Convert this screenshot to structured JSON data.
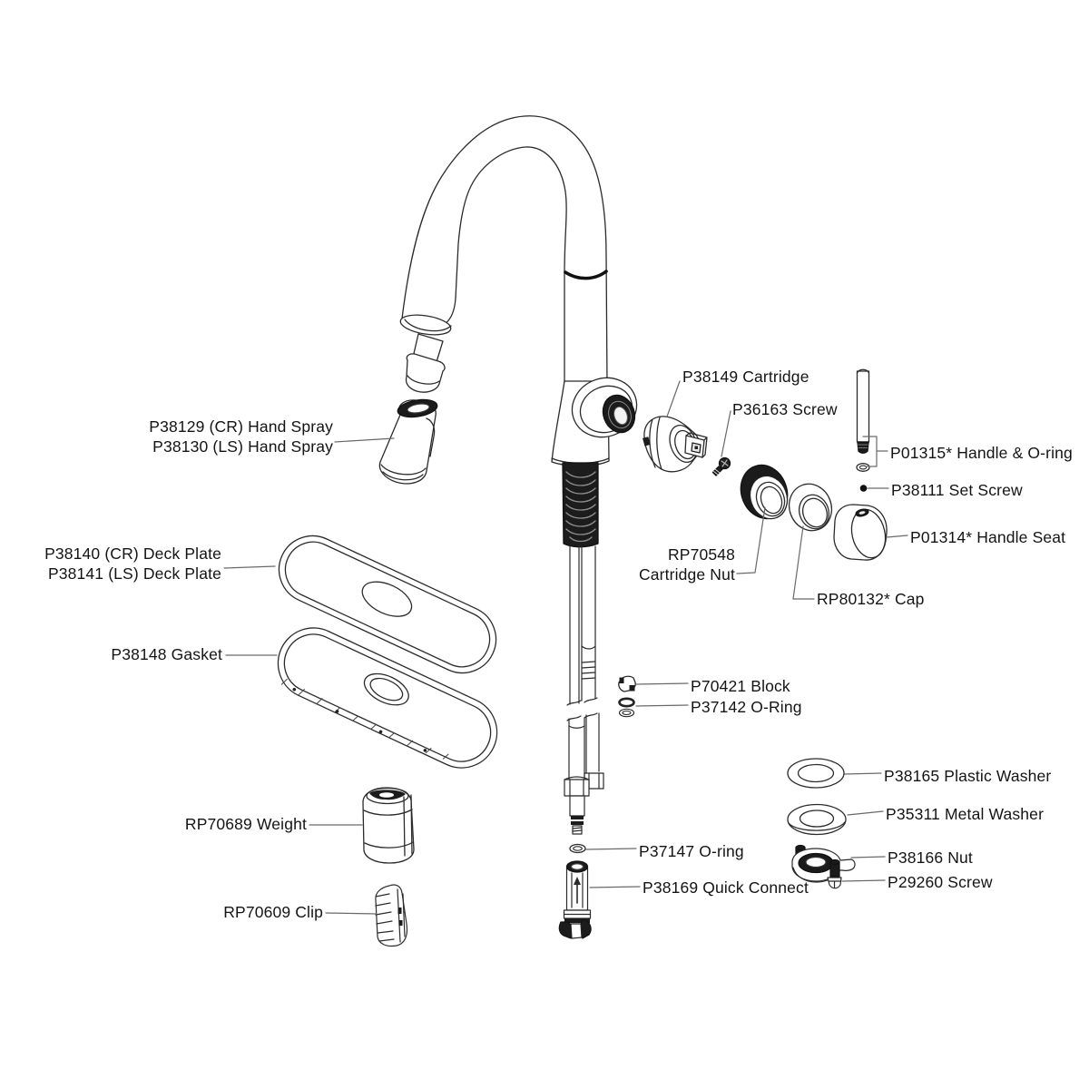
{
  "diagram": {
    "type": "exploded-parts-diagram",
    "subject": "pull-down kitchen faucet",
    "colors": {
      "background": "#ffffff",
      "line": "#2b2b2b",
      "dark_fill": "#1b1b1b",
      "leader": "#6a6a6a",
      "text": "#141414"
    }
  },
  "parts": {
    "cartridge": {
      "label": "P38149 Cartridge"
    },
    "screw_top": {
      "label": "P36163 Screw"
    },
    "handle": {
      "label": "P01315* Handle & O-ring"
    },
    "set_screw": {
      "label": "P38111 Set Screw"
    },
    "handle_seat": {
      "label": "P01314* Handle Seat"
    },
    "cap": {
      "label": "RP80132* Cap"
    },
    "cartridge_nut": {
      "label_line1": "RP70548",
      "label_line2": "Cartridge Nut"
    },
    "hand_spray": {
      "label_line1": "P38129 (CR) Hand Spray",
      "label_line2": "P38130 (LS) Hand Spray"
    },
    "deck_plate": {
      "label_line1": "P38140 (CR) Deck Plate",
      "label_line2": "P38141 (LS) Deck Plate"
    },
    "gasket": {
      "label": "P38148 Gasket"
    },
    "block": {
      "label": "P70421 Block"
    },
    "o_ring_upper": {
      "label": "P37142 O-Ring"
    },
    "plastic_washer": {
      "label": "P38165 Plastic Washer"
    },
    "metal_washer": {
      "label": "P35311 Metal Washer"
    },
    "o_ring_lower": {
      "label": "P37147 O-ring"
    },
    "nut": {
      "label": "P38166 Nut"
    },
    "screw_bottom": {
      "label": "P29260 Screw"
    },
    "quick_connect": {
      "label": "P38169 Quick Connect"
    },
    "weight": {
      "label": "RP70689 Weight"
    },
    "clip": {
      "label": "RP70609 Clip"
    }
  }
}
